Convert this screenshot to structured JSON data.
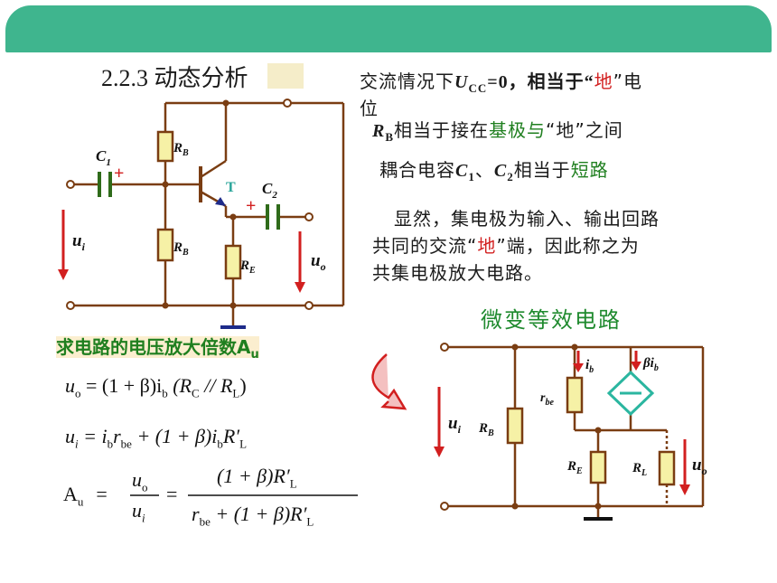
{
  "header": {
    "title": "2.2.3 动态分析"
  },
  "notes": {
    "line1": "交流情况下",
    "line1_var": "U",
    "line1_sub": "CC",
    "line1_rest": "=0，相当于“",
    "line1_ground": "地",
    "line1_end": "”电",
    "line1_wrap": "位",
    "line2_var": "R",
    "line2_sub": "B",
    "line2_text": "相当于接在",
    "line2_green": "基极与",
    "line2_q": "“地”",
    "line2_end": "之间",
    "line3_text": "耦合电容",
    "line3_c1": "C",
    "line3_c1_sub": "1",
    "line3_sep": "、",
    "line3_c2": "C",
    "line3_c2_sub": "2",
    "line3_mid": "相当于",
    "line3_green": "短路",
    "para1": "显然，集电极为输入、输出回路",
    "para2_a": "共同的交流“",
    "para2_red": "地",
    "para2_b": "”端，因此称之为",
    "para3": "共集电极放大电路。"
  },
  "labels": {
    "equiv_title": "微变等效电路",
    "gain_title": "求电路的电压放大倍数A",
    "gain_sub": "u"
  },
  "circuit_left": {
    "c1": "C",
    "c1_sub": "1",
    "c2": "C",
    "c2_sub": "2",
    "rb_top": "R",
    "rb_top_sub": "B",
    "rb_bot": "R",
    "rb_bot_sub": "B",
    "re": "R",
    "re_sub": "E",
    "transistor": "T",
    "ui": "u",
    "ui_sub": "i",
    "uo": "u",
    "uo_sub": "o",
    "plus": "+"
  },
  "circuit_right": {
    "ib": "i",
    "ib_sub": "b",
    "beta_ib": "βi",
    "beta_ib_sub": "b",
    "rbe": "r",
    "rbe_sub": "be",
    "rb": "R",
    "rb_sub": "B",
    "re": "R",
    "re_sub": "E",
    "rl": "R",
    "rl_sub": "L",
    "ui": "u",
    "ui_sub": "i",
    "uo": "u",
    "uo_sub": "o"
  },
  "equations": {
    "eq1": "u",
    "eq1_rest": " = (1 + β)i",
    "eq1_b": "b",
    "eq1_tail": " (R",
    "eq1_c": "C",
    "eq1_par": " // R",
    "eq1_l": "L",
    "eq1_close": ")",
    "eq2": "u",
    "eq2_i": "i",
    "eq2_rest": " = i",
    "eq2_b": "b",
    "eq2_r": "r",
    "eq2_be": "be",
    "eq2_tail": " + (1 + β)i",
    "eq2_b2": "b",
    "eq2_R": "R′",
    "eq2_L": "L",
    "eq3_A": "A",
    "eq3_u": "u",
    "eq3_num_left": "u",
    "eq3_num_left_sub": "o",
    "eq3_den_left": "u",
    "eq3_den_left_sub": "i",
    "eq3_num": "(1 + β)R′",
    "eq3_num_sub": "L",
    "eq3_den_a": "r",
    "eq3_den_a_sub": "be",
    "eq3_den_b": " + (1 + β)R′",
    "eq3_den_b_sub": "L"
  },
  "colors": {
    "topbar": "#3fb58e",
    "wire": "#7a3d12",
    "resistor_fill": "#f6f1a6",
    "capacitor": "#2f6b1a",
    "arrow_red": "#d21f1f",
    "diamond": "#2bb6a0"
  }
}
